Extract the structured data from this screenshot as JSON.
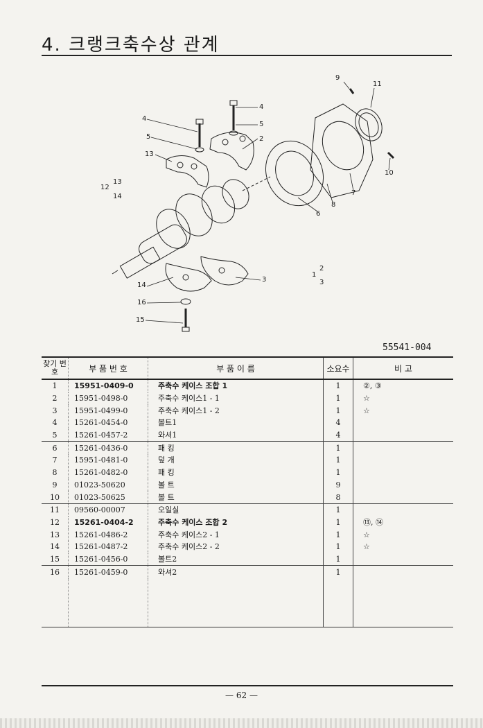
{
  "title": "4. 크랭크축수상 관계",
  "drawing_no": "55541-004",
  "page_number": "— 62 —",
  "callouts": {
    "c1": "1",
    "c1_sub_a": "2",
    "c1_sub_b": "3",
    "c2": "2",
    "c3": "3",
    "c4a": "4",
    "c4b": "4",
    "c5a": "5",
    "c5b": "5",
    "c6": "6",
    "c7": "7",
    "c8": "8",
    "c9": "9",
    "c10": "10",
    "c11": "11",
    "c12": "12",
    "c12_sub_a": "13",
    "c12_sub_b": "14",
    "c13": "13",
    "c14": "14",
    "c15": "15",
    "c16": "16"
  },
  "table": {
    "headers": {
      "no": "찾기 번호",
      "part_no": "부 품 번 호",
      "name": "부 품 이 름",
      "qty": "소요수",
      "remarks": "비 고"
    },
    "rows": [
      {
        "no": "1",
        "part_no": "15951-0409-0",
        "name": "주축수 케이스 조합 1",
        "qty": "1",
        "remarks": "②, ③"
      },
      {
        "no": "2",
        "part_no": "15951-0498-0",
        "name": "주축수 케이스1 - 1",
        "qty": "1",
        "remarks": "☆"
      },
      {
        "no": "3",
        "part_no": "15951-0499-0",
        "name": "주축수 케이스1 - 2",
        "qty": "1",
        "remarks": "☆"
      },
      {
        "no": "4",
        "part_no": "15261-0454-0",
        "name": "볼트1",
        "qty": "4",
        "remarks": ""
      },
      {
        "no": "5",
        "part_no": "15261-0457-2",
        "name": "와셔1",
        "qty": "4",
        "remarks": ""
      },
      {
        "no": "6",
        "part_no": "15261-0436-0",
        "name": "패 킹",
        "qty": "1",
        "remarks": ""
      },
      {
        "no": "7",
        "part_no": "15951-0481-0",
        "name": "덮 개",
        "qty": "1",
        "remarks": ""
      },
      {
        "no": "8",
        "part_no": "15261-0482-0",
        "name": "패 킹",
        "qty": "1",
        "remarks": ""
      },
      {
        "no": "9",
        "part_no": "01023-50620",
        "name": "볼 트",
        "qty": "9",
        "remarks": ""
      },
      {
        "no": "10",
        "part_no": "01023-50625",
        "name": "볼 트",
        "qty": "8",
        "remarks": ""
      },
      {
        "no": "11",
        "part_no": "09560-00007",
        "name": "오일실",
        "qty": "1",
        "remarks": ""
      },
      {
        "no": "12",
        "part_no": "15261-0404-2",
        "name": "주축수 케이스 조합 2",
        "qty": "1",
        "remarks": "⑬, ⑭"
      },
      {
        "no": "13",
        "part_no": "15261-0486-2",
        "name": "주축수 케이스2 - 1",
        "qty": "1",
        "remarks": "☆"
      },
      {
        "no": "14",
        "part_no": "15261-0487-2",
        "name": "주축수 케이스2 - 2",
        "qty": "1",
        "remarks": "☆"
      },
      {
        "no": "15",
        "part_no": "15261-0456-0",
        "name": "볼트2",
        "qty": "1",
        "remarks": ""
      },
      {
        "no": "16",
        "part_no": "15261-0459-0",
        "name": "와셔2",
        "qty": "1",
        "remarks": ""
      }
    ]
  }
}
